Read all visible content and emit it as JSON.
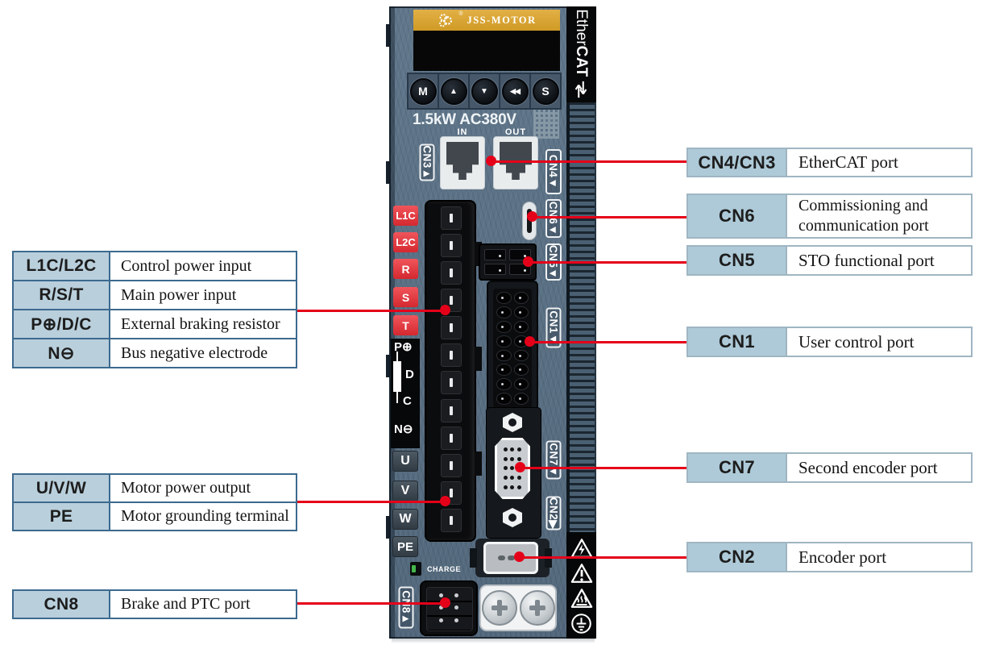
{
  "colors": {
    "accent_red": "#e50019",
    "device_slate": "#5a7186",
    "table_label_blue": "#b9cfdc",
    "banner_gold": "#d9a832"
  },
  "device": {
    "brand": "JSS-MOTOR",
    "brand_mark": "®",
    "rating": "1.5kW AC380V",
    "in_label": "IN",
    "out_label": "OUT",
    "charge_label": "CHARGE",
    "ethercat": {
      "regular": "Ether",
      "bold": "CAT"
    },
    "keypad": [
      "M",
      "▲",
      "▼",
      "◀◀",
      "S"
    ],
    "port_labels": {
      "cn3": "CN3▲",
      "cn4": "CN4▼",
      "cn6": "CN6▼",
      "cn5": "CN5▼",
      "cn1": "CN1▼",
      "cn7": "CN7▼",
      "cn2": "CN2▶",
      "cn8": "CN8▲"
    },
    "power_terminals": [
      "L1C",
      "L2C",
      "R",
      "S",
      "T"
    ],
    "dc_terminals": [
      "P⊕",
      "D",
      "C",
      "N⊖"
    ],
    "motor_terminals": [
      "U",
      "V",
      "W",
      "PE"
    ],
    "warning_icons": [
      "high-voltage-icon",
      "caution-icon",
      "hot-surface-icon",
      "earth-ground-icon"
    ]
  },
  "left_tables": [
    {
      "rows": [
        {
          "term": "L1C/L2C",
          "desc": "Control power input"
        },
        {
          "term": "R/S/T",
          "desc": "Main power input"
        },
        {
          "term": "P⊕/D/C",
          "desc": "External braking resistor"
        },
        {
          "term": "N⊖",
          "desc": "Bus negative electrode"
        }
      ]
    },
    {
      "rows": [
        {
          "term": "U/V/W",
          "desc": "Motor power output"
        },
        {
          "term": "PE",
          "desc": "Motor grounding terminal"
        }
      ]
    },
    {
      "rows": [
        {
          "term": "CN8",
          "desc": "Brake and PTC port"
        }
      ]
    }
  ],
  "right_tables": [
    {
      "term": "CN4/CN3",
      "desc": "EtherCAT port"
    },
    {
      "term": "CN6",
      "desc": "Commissioning and communication port"
    },
    {
      "term": "CN5",
      "desc": "STO functional port"
    },
    {
      "term": "CN1",
      "desc": "User control port"
    },
    {
      "term": "CN7",
      "desc": "Second encoder port"
    },
    {
      "term": "CN2",
      "desc": "Encoder port"
    }
  ]
}
